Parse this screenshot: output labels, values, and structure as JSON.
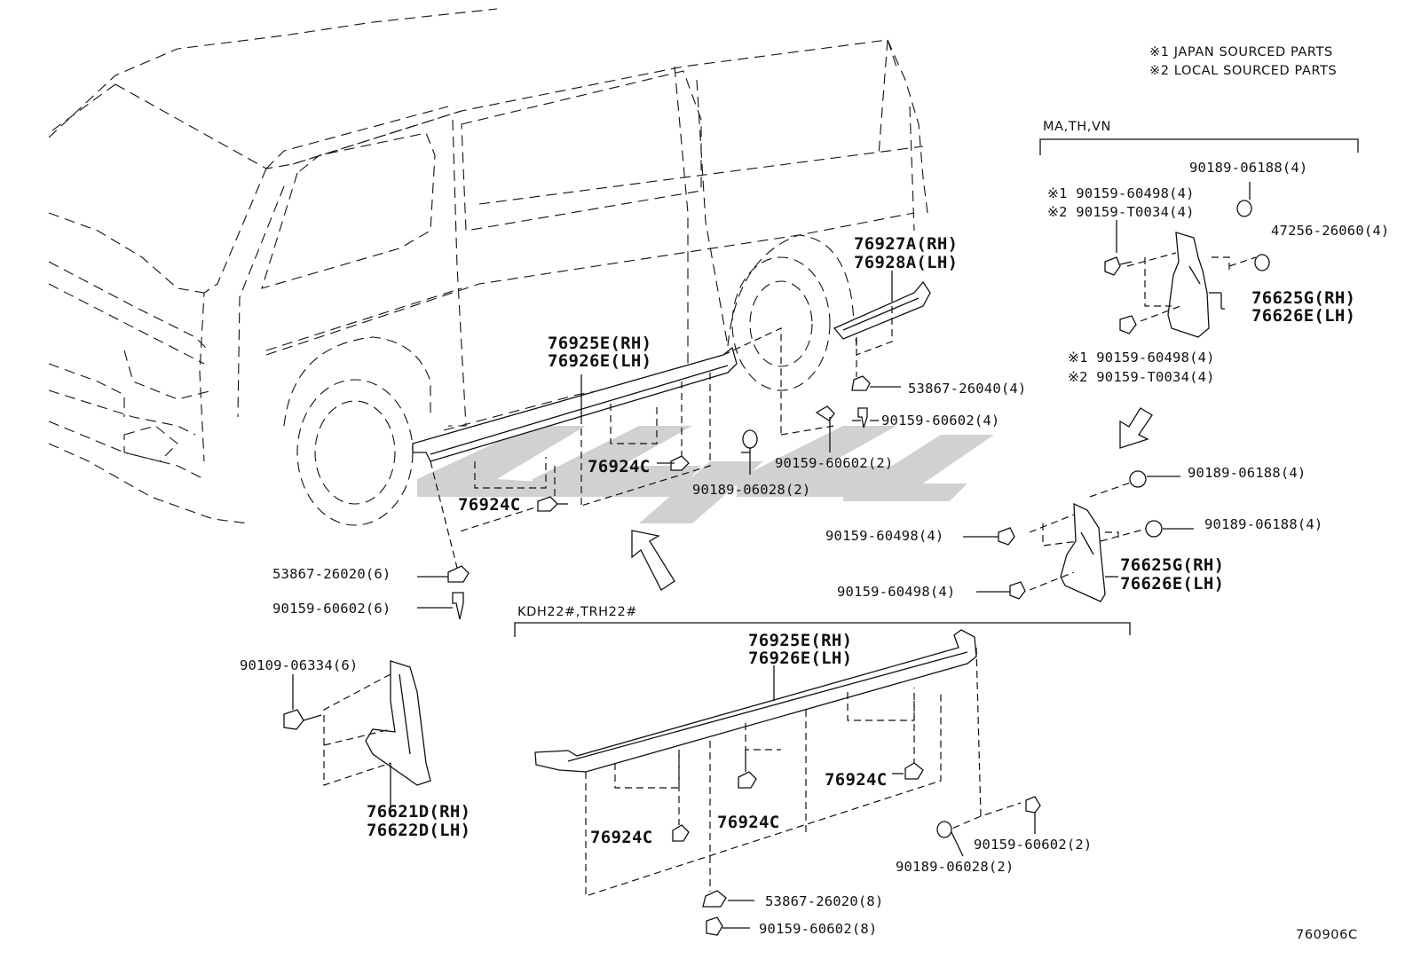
{
  "notes": {
    "note1": "※1 JAPAN SOURCED PARTS",
    "note2": "※2 LOCAL SOURCED PARTS"
  },
  "groups": {
    "mudflap_region": "MA,TH,VN",
    "long_step": "KDH22#,TRH22#"
  },
  "labels": {
    "r_90189_06188_top": "90189-06188(4)",
    "r_j_90159_60498_top": "※1 90159-60498(4)",
    "r_l_90159_T0034_top": "※2 90159-T0034(4)",
    "r_47256_26060": "47256-26060(4)",
    "r_76625G_top": "76625G(RH)",
    "r_76626E_top": "76626E(LH)",
    "r_j_90159_60498_bot": "※1 90159-60498(4)",
    "r_l_90159_T0034_bot": "※2 90159-T0034(4)",
    "r_90189_06188_mid": "90189-06188(4)",
    "r_90189_06188_low": "90189-06188(4)",
    "r_90159_60498_a": "90159-60498(4)",
    "r_90159_60498_b": "90159-60498(4)",
    "r_76625G_bot": "76625G(RH)",
    "r_76626E_bot": "76626E(LH)",
    "c_76927A": "76927A(RH)",
    "c_76928A": "76928A(LH)",
    "c_53867_26040": "53867-26040(4)",
    "c_90159_60602_4": "90159-60602(4)",
    "c_90159_60602_2": "90159-60602(2)",
    "c_90189_06028_2": "90189-06028(2)",
    "c_76925E": "76925E(RH)",
    "c_76926E": "76926E(LH)",
    "c_76924C_a": "76924C",
    "c_76924C_b": "76924C",
    "l_53867_26020_6": "53867-26020(6)",
    "l_90159_60602_6": "90159-60602(6)",
    "l_90109_06334": "90109-06334(6)",
    "l_76621D": "76621D(RH)",
    "l_76622D": "76622D(LH)",
    "b_76925E": "76925E(RH)",
    "b_76926E": "76926E(LH)",
    "b_76924C_a": "76924C",
    "b_76924C_b": "76924C",
    "b_76924C_c": "76924C",
    "b_90159_60602_2": "90159-60602(2)",
    "b_90189_06028_2": "90189-06028(2)",
    "b_53867_26020_8": "53867-26020(8)",
    "b_90159_60602_8": "90159-60602(8)"
  },
  "footer": {
    "code": "760906C"
  },
  "colors": {
    "ink": "#111111",
    "watermark": "#c9c9c9",
    "background": "#ffffff"
  }
}
